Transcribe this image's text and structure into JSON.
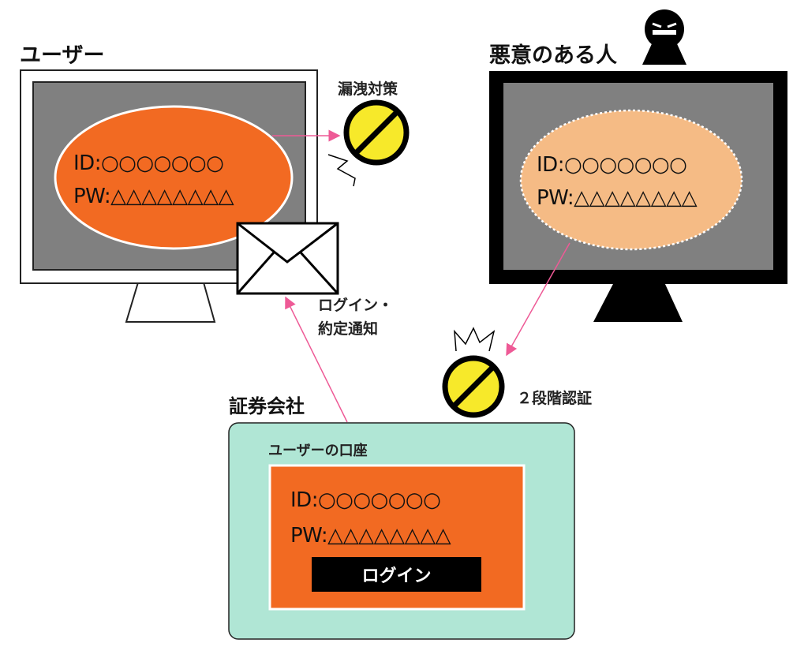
{
  "user": {
    "label": "ユーザー",
    "id_text": "ID:○○○○○○○",
    "pw_text": "PW:△△△△△△△△"
  },
  "attacker": {
    "label": "悪意のある人",
    "id_text": "ID:○○○○○○○",
    "pw_text": "PW:△△△△△△△△"
  },
  "leak_prevention": {
    "label": "漏洩対策"
  },
  "two_factor": {
    "label": "２段階認証"
  },
  "notification": {
    "line1": "ログイン・",
    "line2": "約定通知"
  },
  "company": {
    "label": "証券会社",
    "account_label": "ユーザーの口座",
    "id_text": "ID:○○○○○○○",
    "pw_text": "PW:△△△△△△△△",
    "login_button": "ログイン"
  },
  "colors": {
    "orange": "#f26a22",
    "peach": "#f5bb85",
    "gray": "#808080",
    "mint": "#b0e6d5",
    "yellow": "#f7e92a",
    "pink": "#ee5a96"
  }
}
